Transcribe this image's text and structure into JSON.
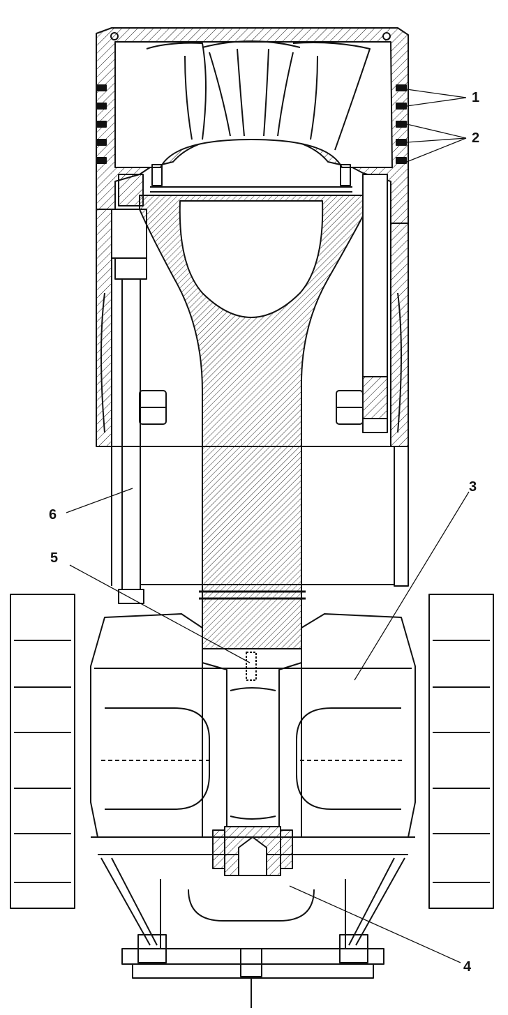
{
  "figure": {
    "callouts": [
      {
        "id": "1",
        "text": "1"
      },
      {
        "id": "2",
        "text": "2"
      },
      {
        "id": "3",
        "text": "3"
      },
      {
        "id": "4",
        "text": "4"
      },
      {
        "id": "5",
        "text": "5"
      },
      {
        "id": "6",
        "text": "6"
      }
    ],
    "ink_color": "#111111",
    "paper_color": "#ffffff"
  }
}
